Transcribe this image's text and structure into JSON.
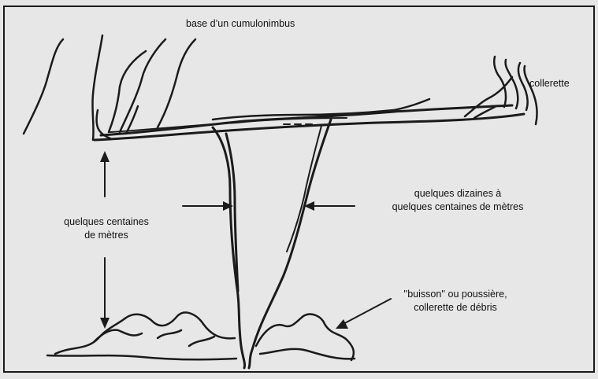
{
  "labels": {
    "cloud_base": "base d’un cumulonimbus",
    "collar": "collerette",
    "height_line1": "quelques centaines",
    "height_line2": "de mètres",
    "width_line1": "quelques dizaines à",
    "width_line2": "quelques centaines de mètres",
    "debris_line1": "''buisson'' ou poussière,",
    "debris_line2": "collerette de débris"
  }
}
